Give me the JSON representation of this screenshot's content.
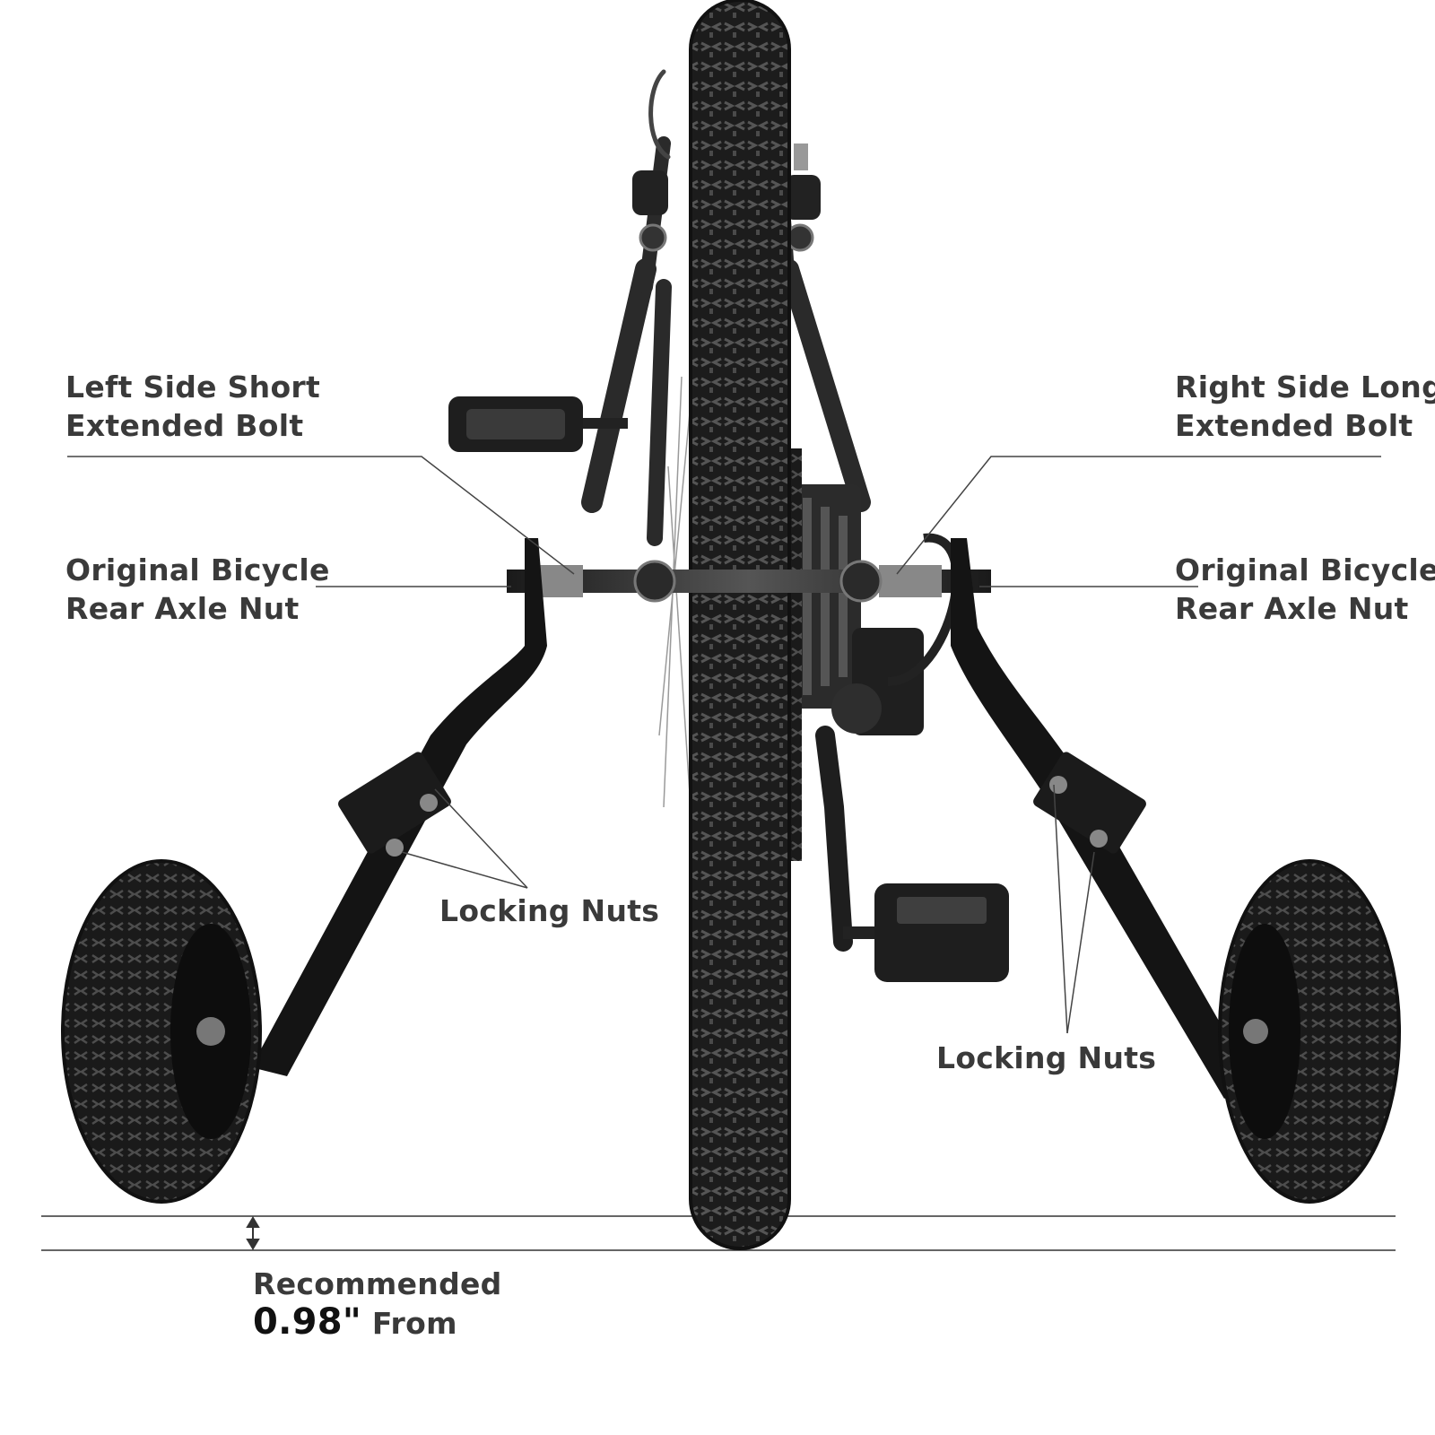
{
  "callouts": {
    "left_bolt": {
      "line1": "Left Side Short",
      "line2": "Extended Bolt"
    },
    "right_bolt": {
      "line1": "Right Side Long",
      "line2": "Extended Bolt"
    },
    "left_axle_nut": {
      "line1": "Original Bicycle",
      "line2": "Rear Axle Nut"
    },
    "right_axle_nut": {
      "line1": "Original Bicycle",
      "line2": "Rear Axle Nut"
    },
    "locking_nuts_left": "Locking Nuts",
    "locking_nuts_right": "Locking Nuts"
  },
  "recommendation": {
    "heading": "Recommended",
    "value": "0.98\"",
    "suffix": "From"
  },
  "colors": {
    "text": "#3a3a3a",
    "line": "#444444",
    "tire": "#1a1a1a",
    "frame": "#2a2a2a"
  }
}
